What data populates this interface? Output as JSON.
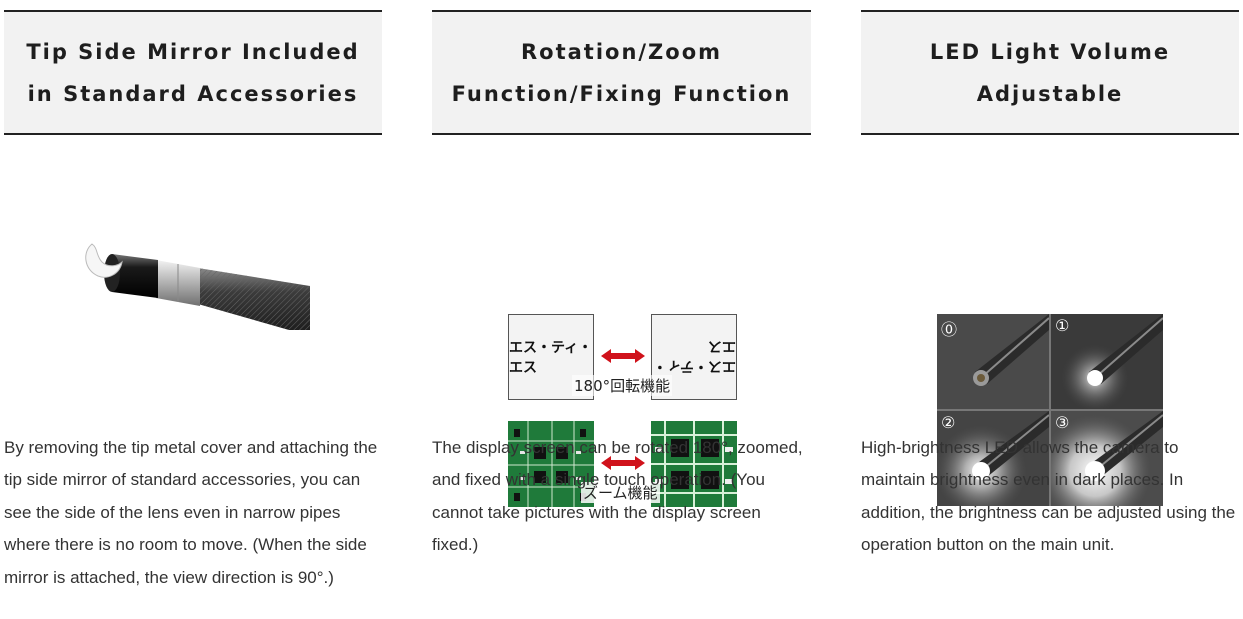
{
  "features": [
    {
      "title_lines": [
        "Tip Side Mirror Included",
        "in Standard Accessories"
      ],
      "description": "By removing the tip metal cover and attaching the tip side mirror of standard accessories, you can see the side of the lens even in narrow pipes where there is no room to move. (When the side mirror is attached, the view direction is 90°.)"
    },
    {
      "title_lines": [
        "Rotation/Zoom",
        "Function/Fixing Function"
      ],
      "description": "The display screen can be rotated 180°, zoomed, and fixed with a single touch operation. (You cannot take pictures with the display screen fixed.)",
      "figure": {
        "panel_text": "エス・ティ・エス",
        "rotation_caption": "180°回転機能",
        "zoom_caption": "ズーム機能",
        "arrow_color": "#d0121b"
      }
    },
    {
      "title_lines": [
        "LED Light Volume",
        "Adjustable"
      ],
      "description": "High-brightness LED allows the camera to maintain brightness even in dark places. In addition, the brightness can be adjusted using the operation button on the main unit.",
      "figure": {
        "levels": [
          "⓪",
          "①",
          "②",
          "③"
        ]
      }
    }
  ]
}
